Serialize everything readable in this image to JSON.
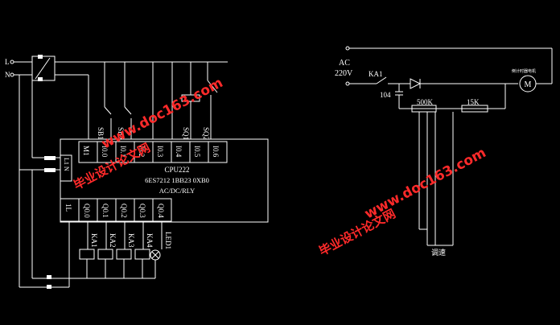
{
  "plc": {
    "model": "CPU222",
    "order_no": "6ES7212 1BB23 0XB0",
    "supply_type": "AC/DC/RLY",
    "inputs": [
      "M1",
      "I0.0",
      "I0.1",
      "I0.2",
      "I0.3",
      "I0.4",
      "I0.5",
      "I0.6"
    ],
    "input_devices": [
      "SB1",
      "SB2",
      "SQ1",
      "SQ2"
    ],
    "output_common": "1L",
    "outputs": [
      "Q0.0",
      "Q0.1",
      "Q0.2",
      "Q0.3",
      "Q0.4"
    ],
    "loads": [
      "KA1",
      "KA2",
      "KA3",
      "KA4",
      "LED1"
    ],
    "supply_terminal": "L1 N"
  },
  "motor_circuit": {
    "supply_label": "AC",
    "supply_voltage": "220V",
    "relay_contact": "KA1",
    "capacitor": "104",
    "pot_value": "500K",
    "resistor_value": "15K",
    "motor_label": "M",
    "motor_caption": "倒计时器电机",
    "speed_adjust": "调速"
  },
  "watermarks": {
    "url": "www.doc163.com",
    "site": "毕业设计论文网"
  },
  "colors": {
    "background": "#000000",
    "lines": "#ffffff",
    "watermark": "#ff2a2a"
  }
}
